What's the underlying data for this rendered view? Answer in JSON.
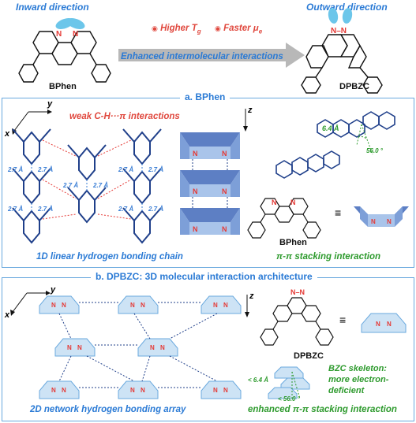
{
  "top": {
    "inward_label": "Inward direction",
    "outward_label": "Outward direction",
    "higher_tg": "Higher T",
    "higher_tg_sub": "g",
    "faster_mu": "Faster μ",
    "faster_mu_sub": "e",
    "enhanced_text": "Enhanced intermolecular interactions",
    "bphen_name": "BPhen",
    "dpbzc_name": "DPBZC",
    "atom_n": "N",
    "atom_nn": "N–N"
  },
  "panel_a": {
    "title": "a. BPhen",
    "weak_ch": "weak C-H···π interactions",
    "dist": "2.7 Å",
    "angle_dist": "6.4 Å",
    "angle": "56.0 °",
    "axis_x": "x",
    "axis_y": "y",
    "axis_z": "z",
    "bphen_label": "BPhen",
    "caption_left": "1D linear hydrogen bonding chain",
    "caption_right": "π-π stacking interaction"
  },
  "panel_b": {
    "title": "b. DPBZC: 3D molecular interaction architecture",
    "axis_x": "x",
    "axis_y": "y",
    "axis_z": "z",
    "dpbzc_label": "DPBZC",
    "bzc_note_1": "BZC skeleton:",
    "bzc_note_2": "more electron-",
    "bzc_note_3": "deficient",
    "lt_dist": "< 6.4 Å",
    "lt_angle": "< 56.0 °",
    "caption_left": "2D network hydrogen bonding array",
    "caption_right": "enhanced π-π stacking interaction"
  },
  "colors": {
    "accent_blue": "#2a7ad5",
    "panel_border": "#6aa9de",
    "nitrogen_red": "#e53935",
    "green": "#2d9a2d",
    "slab_fill": "#a9c4ea",
    "slab_dark": "#5d7fc4"
  }
}
